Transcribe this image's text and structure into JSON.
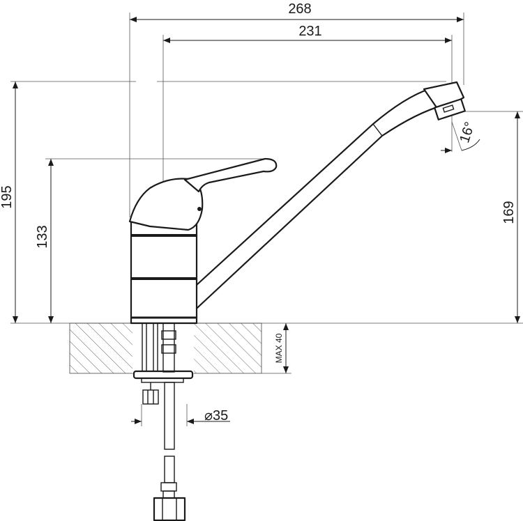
{
  "drawing": {
    "dimensions": {
      "overall_length": "268",
      "spout_reach": "231",
      "overall_height": "195",
      "handle_height": "133",
      "outlet_height": "169",
      "spout_angle": "16°",
      "max_countertop": "MAX 40",
      "hole_diameter": "⌀35"
    }
  }
}
